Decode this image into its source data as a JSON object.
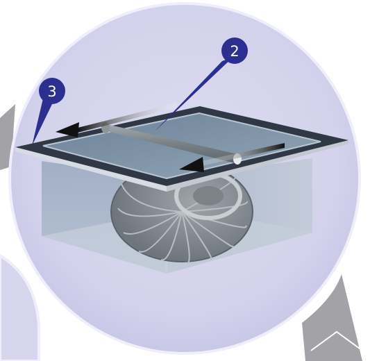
{
  "callouts": [
    {
      "id": "callout-2",
      "label": "2"
    },
    {
      "id": "callout-3",
      "label": "3"
    }
  ],
  "colors": {
    "circle_fill": "#d9d8ef",
    "circle_edge": "#efeefa",
    "callout_fill": "#2c2f8f",
    "arrow_band": "#a3a3a7",
    "housing": "#a7b3c7",
    "frame": "#2f3844",
    "panel": "#7f93a8",
    "rail": "#7d8488",
    "fan": "#8c939a"
  },
  "icons": {
    "left_arrow": "sliding-arrow-left-icon",
    "right_arrow": "sliding-arrow-right-icon",
    "chevron": "chevron-up-icon"
  }
}
